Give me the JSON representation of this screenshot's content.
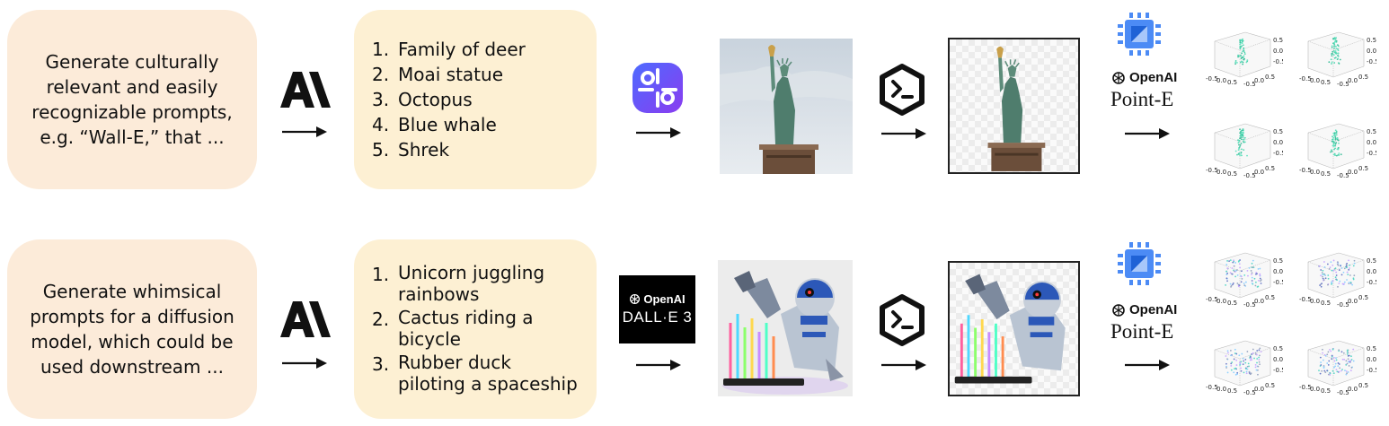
{
  "rows": [
    {
      "prompt": "Generate culturally relevant and easily recognizable prompts, e.g. “Wall-E,” that ...",
      "items": [
        {
          "num": "1.",
          "text": "Family of deer"
        },
        {
          "num": "2.",
          "text": "Moai statue"
        },
        {
          "num": "3.",
          "text": "Octopus"
        },
        {
          "num": "4.",
          "text": "Blue whale"
        },
        {
          "num": "5.",
          "text": "Shrek"
        }
      ],
      "image_model_icon": "purple-node-graph-icon",
      "point_model": {
        "brand": "OpenAI",
        "name": "Point-E"
      },
      "plot_ticks": {
        "z": [
          "0.5",
          "0.0",
          "-0.5"
        ],
        "x": [
          "-0.5",
          "0.0",
          "0.5"
        ],
        "y": [
          "-0.5",
          "0.0",
          "0.5"
        ]
      }
    },
    {
      "prompt": "Generate whimsical prompts for a diffusion model, which could be used downstream ...",
      "items": [
        {
          "num": "1.",
          "text": "Unicorn juggling rainbows"
        },
        {
          "num": "2.",
          "text": "Cactus riding a bicycle"
        },
        {
          "num": "3.",
          "text": "Rubber duck piloting a spaceship"
        }
      ],
      "image_model": {
        "brand": "OpenAI",
        "name": "DALL·E 3"
      },
      "point_model": {
        "brand": "OpenAI",
        "name": "Point-E"
      },
      "plot_ticks": {
        "z": [
          "0.5",
          "0.0",
          "-0.5"
        ],
        "x": [
          "-0.5",
          "0.0",
          "0.5"
        ],
        "y": [
          "-0.5",
          "0.0",
          "0.5"
        ]
      }
    }
  ],
  "colors": {
    "prompt_bg": "#fcebd9",
    "list_bg": "#fdf0d3",
    "chip_blue": "#4c8bf5",
    "purple_icon": "#6a4df5"
  }
}
